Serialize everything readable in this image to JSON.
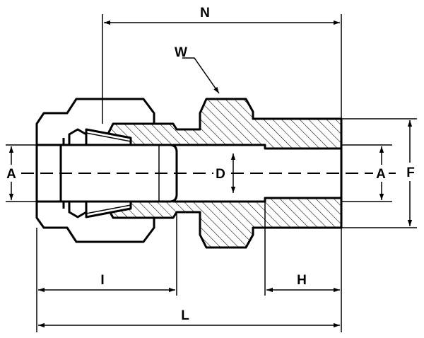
{
  "labels": {
    "N": "N",
    "W": "W",
    "A_left": "A",
    "D": "D",
    "A_right": "A",
    "F": "F",
    "I": "I",
    "H": "H",
    "L": "L"
  }
}
